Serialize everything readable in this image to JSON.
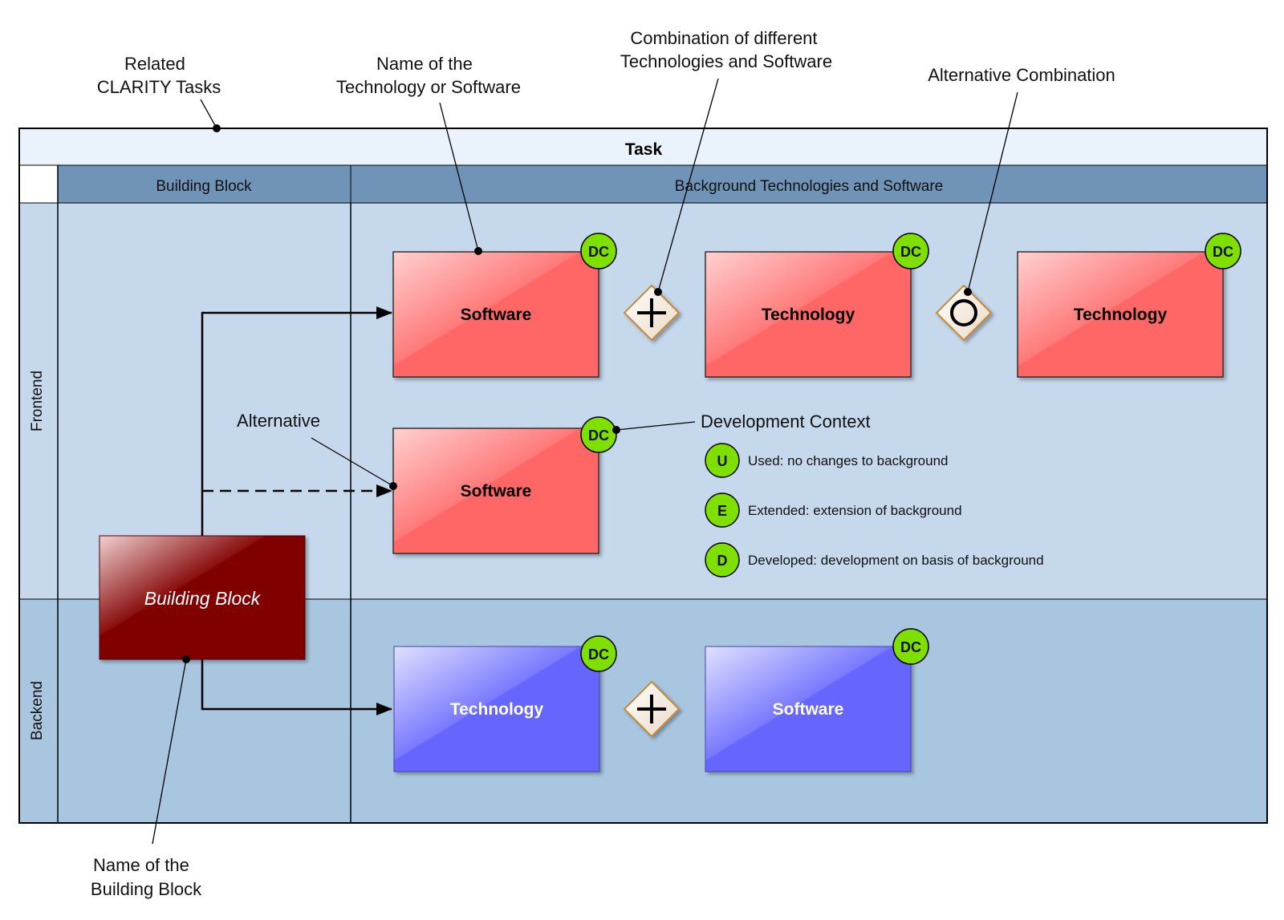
{
  "annotations": {
    "related_tasks": [
      "Related",
      "CLARITY Tasks"
    ],
    "name_tech": [
      "Name of the",
      "Technology or Software"
    ],
    "combination": [
      "Combination of different",
      "Technologies and Software"
    ],
    "alt_combination": "Alternative Combination",
    "alternative": "Alternative",
    "dev_context": "Development Context",
    "name_bb": [
      "Name of the",
      "Building Block"
    ]
  },
  "pool": {
    "title": "Task",
    "col_building_block": "Building Block",
    "col_background": "Background Technologies and Software",
    "lane_frontend": "Frontend",
    "lane_backend": "Backend"
  },
  "building_block": {
    "label": "Building Block"
  },
  "nodes": {
    "fe_software_1": "Software",
    "fe_tech_1": "Technology",
    "fe_tech_2": "Technology",
    "fe_software_alt": "Software",
    "be_tech": "Technology",
    "be_software": "Software"
  },
  "dc_badge": "DC",
  "legend": [
    {
      "code": "U",
      "text": "Used: no changes to background"
    },
    {
      "code": "E",
      "text": "Extended: extension of background"
    },
    {
      "code": "D",
      "text": "Developed: development on basis of background"
    }
  ],
  "colors": {
    "frontend_node": "#ff6666",
    "backend_node": "#6666ff",
    "building_block": "#800000",
    "badge": "#7fe000",
    "lane_frontend": "#c5d8ec",
    "lane_backend": "#a9c6e0",
    "header": "#7094b8",
    "title_bar": "#eaf3fc"
  }
}
